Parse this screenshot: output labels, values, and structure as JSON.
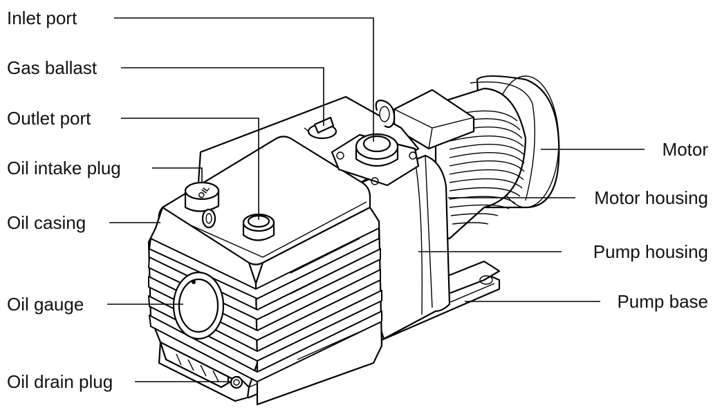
{
  "labels": {
    "inlet_port": "Inlet port",
    "gas_ballast": "Gas ballast",
    "outlet_port": "Outlet port",
    "oil_intake_plug": "Oil intake plug",
    "oil_casing": "Oil casing",
    "oil_gauge": "Oil gauge",
    "oil_drain_plug": "Oil drain plug",
    "motor": "Motor",
    "motor_housing": "Motor housing",
    "pump_housing": "Pump housing",
    "pump_base": "Pump base"
  },
  "plug_marking": "OIL"
}
